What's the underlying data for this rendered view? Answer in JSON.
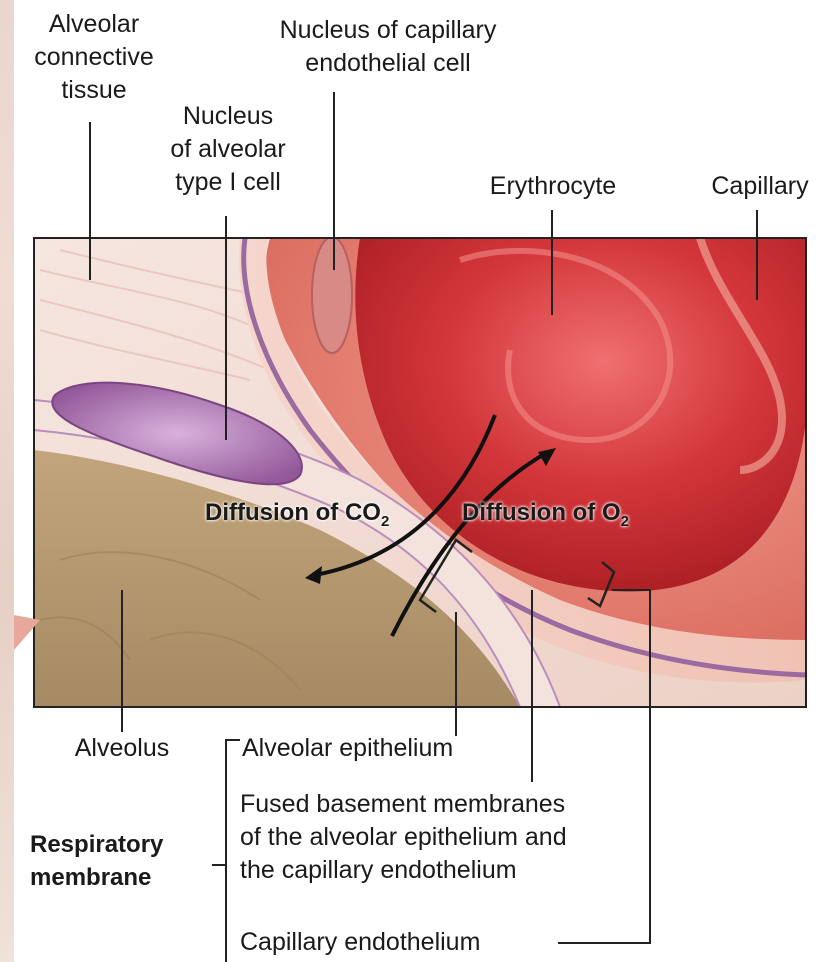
{
  "labels": {
    "alveolar_connective_tissue": [
      "Alveolar",
      "connective",
      "tissue"
    ],
    "nucleus_capillary_endothelial": [
      "Nucleus of capillary",
      "endothelial cell"
    ],
    "nucleus_alveolar_type1": [
      "Nucleus",
      "of alveolar",
      "type I cell"
    ],
    "erythrocyte": "Erythrocyte",
    "capillary": "Capillary",
    "diffusion_co2": {
      "text": "Diffusion of CO",
      "sub": "2"
    },
    "diffusion_o2": {
      "text": "Diffusion of O",
      "sub": "2"
    },
    "alveolus": "Alveolus",
    "alveolar_epithelium": "Alveolar epithelium",
    "fused_basement": [
      "Fused basement membranes",
      "of the alveolar epithelium and",
      "the capillary endothelium"
    ],
    "capillary_endothelium": "Capillary endothelium",
    "respiratory_membrane": [
      "Respiratory",
      "membrane"
    ]
  },
  "colors": {
    "erythrocyte": "#c8282c",
    "capillary": "#e6877a",
    "alveolus": "#b79a72",
    "connective": "#f2d9d0",
    "nucleus": "#a66ea8",
    "membrane": "#8a5a90"
  }
}
